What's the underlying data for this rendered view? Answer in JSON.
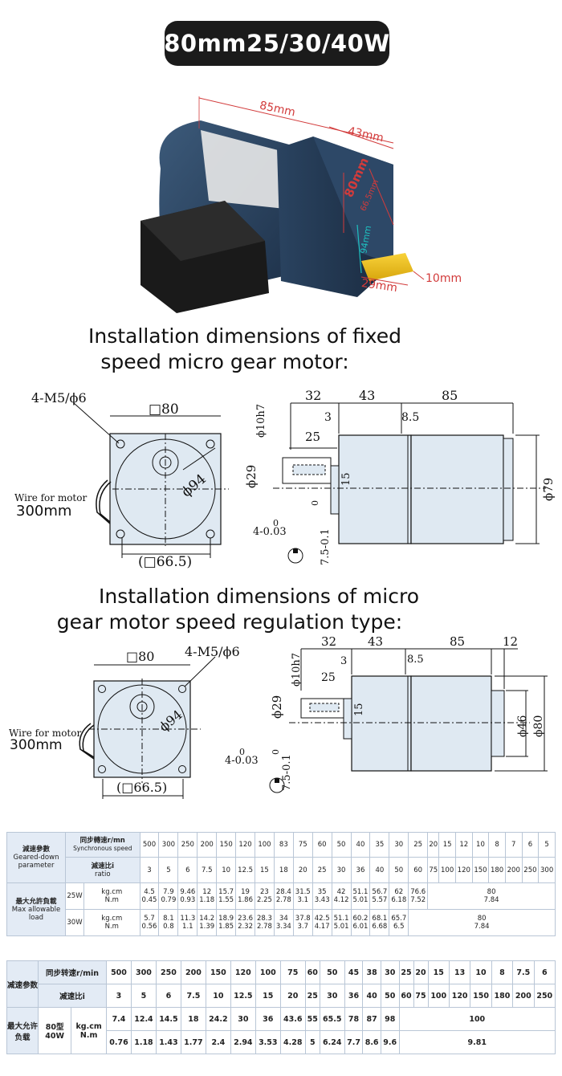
{
  "title": "80mm25/30/40W",
  "photo": {
    "dim_length": "85mm",
    "dim_gearbox": "43mm",
    "dim_flange": "80mm",
    "dim_bolt": "66.5mm",
    "dim_pilot": "94mm",
    "dim_shaft_dia": "29mm",
    "dim_shaft_len": "10mm"
  },
  "section1": {
    "heading_line1": "Installation dimensions of fixed",
    "heading_line2": "speed micro gear motor:",
    "holes": "4-M5/ϕ6",
    "square": "□80",
    "pcd": "ϕ94",
    "bolt": "(□66.5)",
    "wire_label": "Wire for motor",
    "wire_len": "300mm",
    "d32": "32",
    "d43": "43",
    "d85": "85",
    "d3": "3",
    "d85b": "8.5",
    "d25": "25",
    "shaft_tol": "ϕ10h7",
    "shaft": "ϕ29",
    "key": "15",
    "body": "ϕ79",
    "key_w": "4-0.03",
    "key_w0": "0",
    "key_d": "7.5-0.1",
    "key_d0": "0"
  },
  "section2": {
    "heading_line1": "Installation dimensions of micro",
    "heading_line2": "gear motor speed regulation type:",
    "holes": "4-M5/ϕ6",
    "square": "□80",
    "pcd": "ϕ94",
    "bolt": "(□66.5)",
    "wire_label": "Wire for motor",
    "wire_len": "300mm",
    "d32": "32",
    "d43": "43",
    "d85": "85",
    "d12": "12",
    "d3": "3",
    "d85b": "8.5",
    "d25": "25",
    "shaft_tol": "ϕ10h7",
    "shaft": "ϕ29",
    "key": "15",
    "d46": "ϕ46",
    "d80": "ϕ80",
    "key_w": "4-0.03",
    "key_w0": "0",
    "key_d": "7.5-0.1",
    "key_d0": "0"
  },
  "table1": {
    "param_cn": "減速參數",
    "param_en": "Geared-down parameter",
    "speed_cn": "同步轉速r/mn",
    "speed_en": "Synchronous speed",
    "ratio_cn": "減速比i",
    "ratio_en": "ratio",
    "load_cn": "最大允許負載",
    "load_en": "Max allowable load",
    "unit_kg": "kg.cm",
    "unit_nm": "N.m",
    "speeds": [
      "500",
      "300",
      "250",
      "200",
      "150",
      "120",
      "100",
      "83",
      "75",
      "60",
      "50",
      "40",
      "35",
      "30",
      "25",
      "20",
      "15",
      "12",
      "10",
      "8",
      "7",
      "6",
      "5"
    ],
    "ratios": [
      "3",
      "5",
      "6",
      "7.5",
      "10",
      "12.5",
      "15",
      "18",
      "20",
      "25",
      "30",
      "36",
      "40",
      "50",
      "60",
      "75",
      "100",
      "120",
      "150",
      "180",
      "200",
      "250",
      "300"
    ],
    "rows": [
      {
        "power": "25W",
        "kg": [
          "4.5",
          "7.9",
          "9.46",
          "12",
          "15.7",
          "19",
          "23",
          "28.4",
          "31.5",
          "35",
          "42",
          "51.1",
          "56.7",
          "62",
          "76.6"
        ],
        "nm": [
          "0.45",
          "0.79",
          "0.93",
          "1.18",
          "1.55",
          "1.86",
          "2.25",
          "2.78",
          "3.1",
          "3.43",
          "4.12",
          "5.01",
          "5.57",
          "6.18",
          "7.52"
        ],
        "kg_max": "80",
        "nm_max": "7.84"
      },
      {
        "power": "30W",
        "kg": [
          "5.7",
          "8.1",
          "11.3",
          "14.2",
          "18.9",
          "23.6",
          "28.3",
          "34",
          "37.8",
          "42.5",
          "51.1",
          "60.2",
          "68.1",
          "65.7"
        ],
        "nm": [
          "0.56",
          "0.8",
          "1.1",
          "1.39",
          "1.85",
          "2.32",
          "2.78",
          "3.34",
          "3.7",
          "4.17",
          "5.01",
          "6.01",
          "6.68",
          "6.5"
        ],
        "kg_max": "80",
        "nm_max": "7.84"
      }
    ]
  },
  "table2": {
    "param_cn": "减速参数",
    "speed_cn": "同步转速r/min",
    "ratio_cn": "减速比i",
    "load_cn": "最大允许负载",
    "model": "80型 40W",
    "unit": "kg.cm N.m",
    "speeds": [
      "500",
      "300",
      "250",
      "200",
      "150",
      "120",
      "100",
      "75",
      "60",
      "50",
      "45",
      "38",
      "30",
      "25",
      "20",
      "15",
      "13",
      "10",
      "8",
      "7.5",
      "6"
    ],
    "ratios": [
      "3",
      "5",
      "6",
      "7.5",
      "10",
      "12.5",
      "15",
      "20",
      "25",
      "30",
      "36",
      "40",
      "50",
      "60",
      "75",
      "100",
      "120",
      "150",
      "180",
      "200",
      "250"
    ],
    "kg": [
      "7.4",
      "12.4",
      "14.5",
      "18",
      "24.2",
      "30",
      "36",
      "43.6",
      "55",
      "65.5",
      "78",
      "87",
      "98"
    ],
    "nm": [
      "0.76",
      "1.18",
      "1.43",
      "1.77",
      "2.4",
      "2.94",
      "3.53",
      "4.28",
      "5",
      "6.24",
      "7.7",
      "8.6",
      "9.6"
    ],
    "kg_max": "100",
    "nm_max": "9.81"
  }
}
